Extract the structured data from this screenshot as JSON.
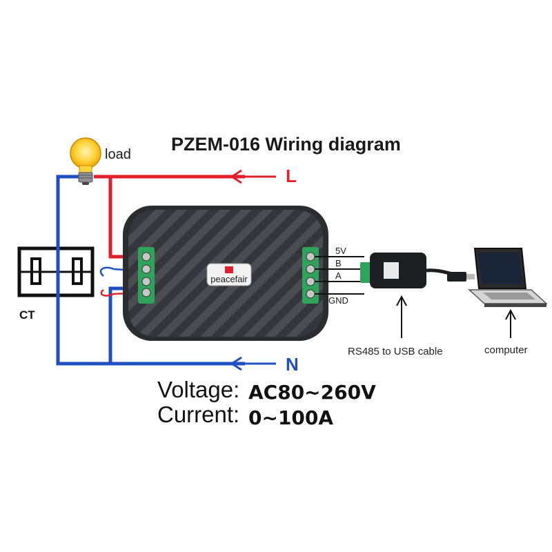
{
  "title": "PZEM-016 Wiring diagram",
  "load_label": "load",
  "line_label": "L",
  "neutral_label": "N",
  "ct_label": "CT",
  "rs485_pins": [
    "5V",
    "B",
    "A",
    "GND"
  ],
  "cable_label": "RS485 to USB cable",
  "computer_label": "computer",
  "voltage_key": "Voltage:",
  "voltage_value": "AC80~260V",
  "current_key": "Current:",
  "current_value": "0~100A",
  "brand_text": "peacefair",
  "colors": {
    "line": "#e0202a",
    "neutral": "#1f4fc0",
    "device": "#3b3d42",
    "terminal": "#2fa35a"
  }
}
